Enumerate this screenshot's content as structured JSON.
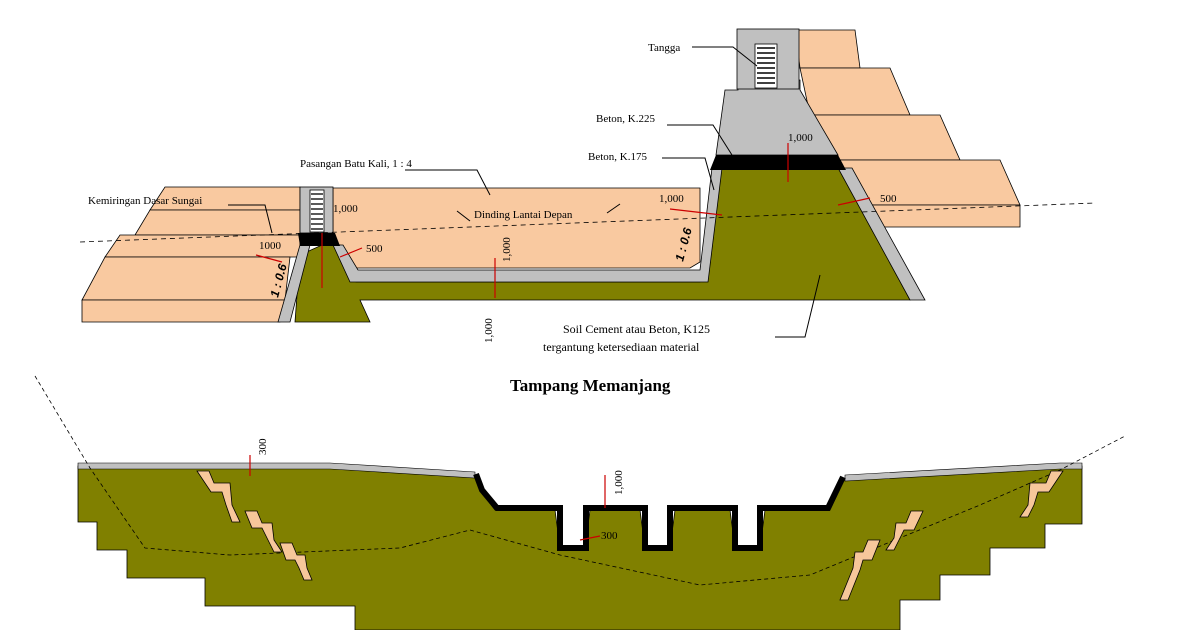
{
  "diagram": {
    "colors": {
      "soil": "#808000",
      "bank": "#f9c9a0",
      "concrete_gray": "#c0c0c0",
      "black_layer": "#000000",
      "dimension_line": "#cc0000",
      "step_fill": "#f7c79a"
    },
    "longitudinal": {
      "labels": {
        "stairs": "Tangga",
        "concrete_225": "Beton, K.225",
        "concrete_175": "Beton, K.175",
        "masonry": "Pasangan Batu Kali, 1 : 4",
        "riverbed_slope": "Kemiringan Dasar Sungai",
        "front_floor_wall": "Dinding Lantai Depan",
        "soil_cement_line1": "Soil Cement atau Beton, K125",
        "soil_cement_line2": "tergantung ketersediaan material"
      },
      "dimensions": {
        "d_1000_top_right": "1,000",
        "d_1000_left_weir": "1,000",
        "d_1000_left_low": "1000",
        "d_500_left": "500",
        "d_1000_mid": "1,000",
        "d_1000_upstream": "1,000",
        "d_500_right": "500",
        "d_1000_bottom": "1,000"
      },
      "slopes": {
        "left": "1 : 0.6",
        "right": "1 : 0.6"
      }
    },
    "section_title": "Tampang Memanjang",
    "cross_section": {
      "dimensions": {
        "d_300_left": "300",
        "d_1000_center": "1,000",
        "d_300_center": "300"
      }
    }
  }
}
